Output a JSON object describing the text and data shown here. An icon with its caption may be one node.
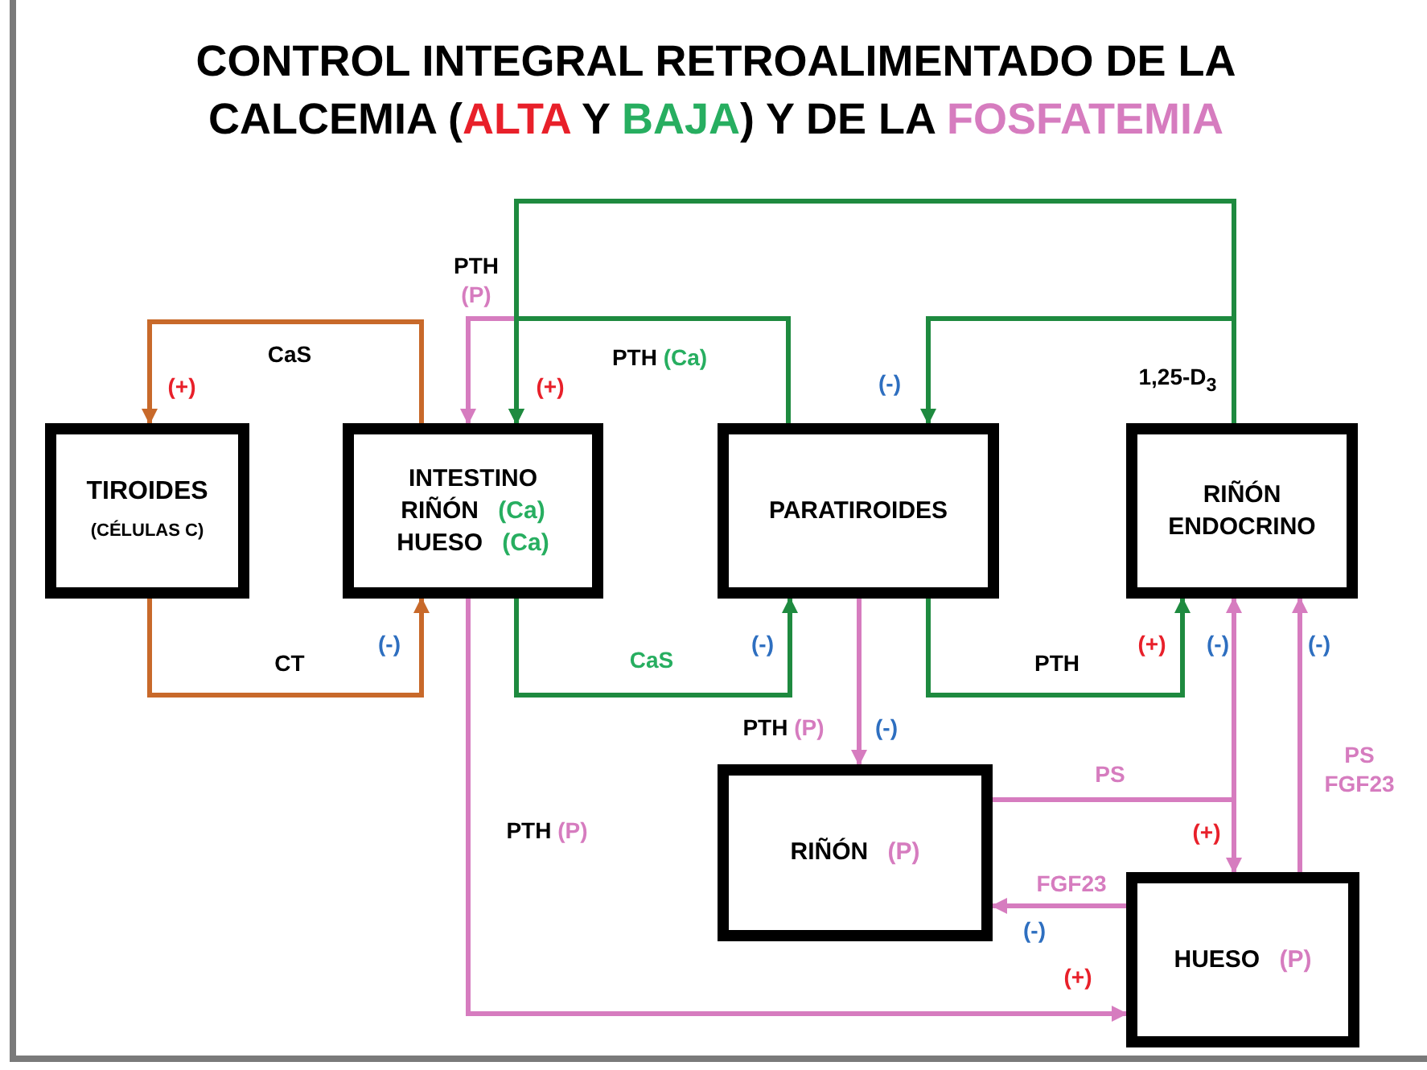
{
  "diagram": {
    "title": "CONTROL INTEGRAL RETROALIMENTADO DE LA CALCEMIA (*ALTA* Y *BAJA*) Y DE LA *FOSFATEMIA*",
    "nodes": [
      {
        "text": [
          "TIROIDES",
          "(CÉLULAS C)"
        ]
      },
      {
        "text": [
          "INTESTINO",
          "RIÑÓN *(Ca)*",
          "HUESO *(Ca)*"
        ]
      },
      {
        "text": [
          "PARATIROIDES"
        ]
      },
      {
        "text": [
          "RIÑÓN ENDOCRINO"
        ]
      },
      {
        "text": [
          "RIÑÓN *(P)*"
        ]
      },
      {
        "text": [
          "HUESO *(P)*"
        ]
      }
    ],
    "edges": [
      {
        "from": 1,
        "to": 0,
        "arrow": "to",
        "label": "CaS",
        "color": "#c8692a"
      },
      {
        "from": 0,
        "to": 1,
        "arrow": "to",
        "label": "CT",
        "color": "#c8692a"
      },
      {
        "from": 2,
        "to": 1,
        "arrow": "to",
        "label": "PTH *(Ca)*",
        "color": "#1e8a3f"
      },
      {
        "from": 2,
        "to": 1,
        "arrow": "to",
        "label": "PTH *(P)*"
      },
      {
        "from": 3,
        "to": 1,
        "arrow": "to",
        "label": "1,25-D$_{3}$",
        "color": "#1e8a3f"
      },
      {
        "from": 3,
        "to": 2,
        "arrow": "to",
        "color": "#1e8a3f"
      },
      {
        "from": 1,
        "to": 2,
        "arrow": "to",
        "label": "CaS",
        "color": "#1e8a3f"
      },
      {
        "from": 2,
        "to": 3,
        "arrow": "to",
        "label": "PTH",
        "color": "#1e8a3f"
      },
      {
        "from": 2,
        "to": 4,
        "arrow": "to",
        "label": "PTH *(P)*"
      },
      {
        "from": 1,
        "to": 5,
        "arrow": "to",
        "label": "PTH *(P)*"
      },
      {
        "from": 4,
        "to": 3,
        "arrow": "to",
        "label": "PS"
      },
      {
        "from": 4,
        "to": 5,
        "arrow": "to"
      },
      {
        "from": 5,
        "to": 3,
        "arrow": "to",
        "label": "PS FGF23"
      },
      {
        "from": 5,
        "to": 4,
        "arrow": "to",
        "label": "FGF23"
      }
    ],
    "labels": [
      "(+)",
      "(+)",
      "(-)",
      "(-)",
      "(-)",
      "(+)",
      "(-)",
      "(-)",
      "(-)",
      "(+)",
      "(-)",
      "(+)"
    ]
  }
}
